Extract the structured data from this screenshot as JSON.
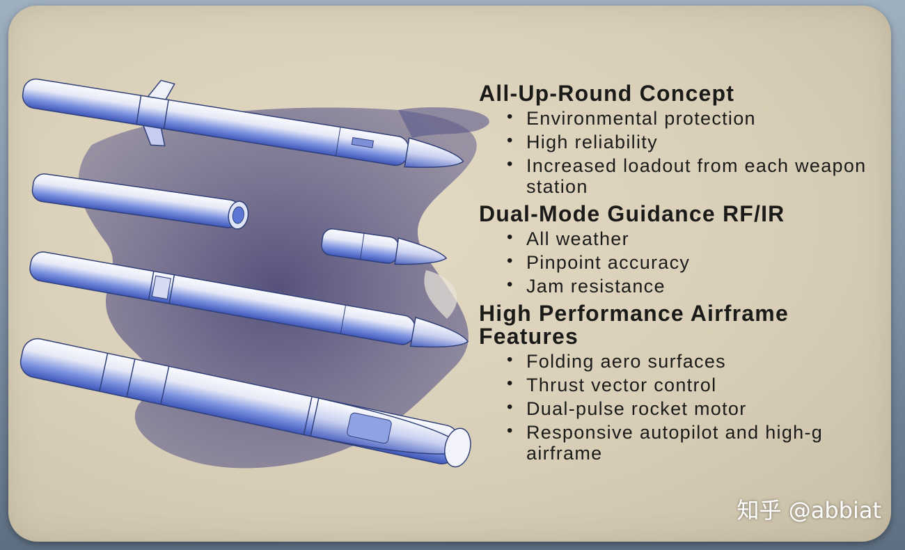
{
  "card": {
    "sections": [
      {
        "heading": "All-Up-Round Concept",
        "bullets": [
          "Environmental protection",
          "High reliability",
          "Increased loadout from each weapon station"
        ]
      },
      {
        "heading": "Dual-Mode Guidance RF/IR",
        "bullets": [
          "All weather",
          "Pinpoint accuracy",
          "Jam resistance"
        ]
      },
      {
        "heading": "High Performance Airframe Features",
        "bullets": [
          "Folding aero surfaces",
          "Thrust vector control",
          "Dual-pulse rocket motor",
          "Responsive autopilot and high-g airframe"
        ]
      }
    ],
    "bullet_glyph": "•"
  },
  "watermark": {
    "text": "知乎 @abbiat"
  },
  "colors": {
    "card": "#ddd3bc",
    "text": "#1a1a18",
    "missile_body": "#eef0f8",
    "missile_shade": "#4a6bd6",
    "paint_splash": "#4c4a7e"
  }
}
